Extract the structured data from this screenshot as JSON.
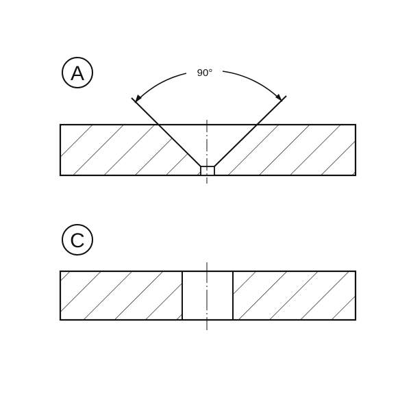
{
  "figures": [
    {
      "label": "A",
      "description_text": "",
      "angle_label": "90°"
    },
    {
      "label": "C"
    }
  ],
  "colors": {
    "line": "#111111",
    "background": "#ffffff"
  }
}
